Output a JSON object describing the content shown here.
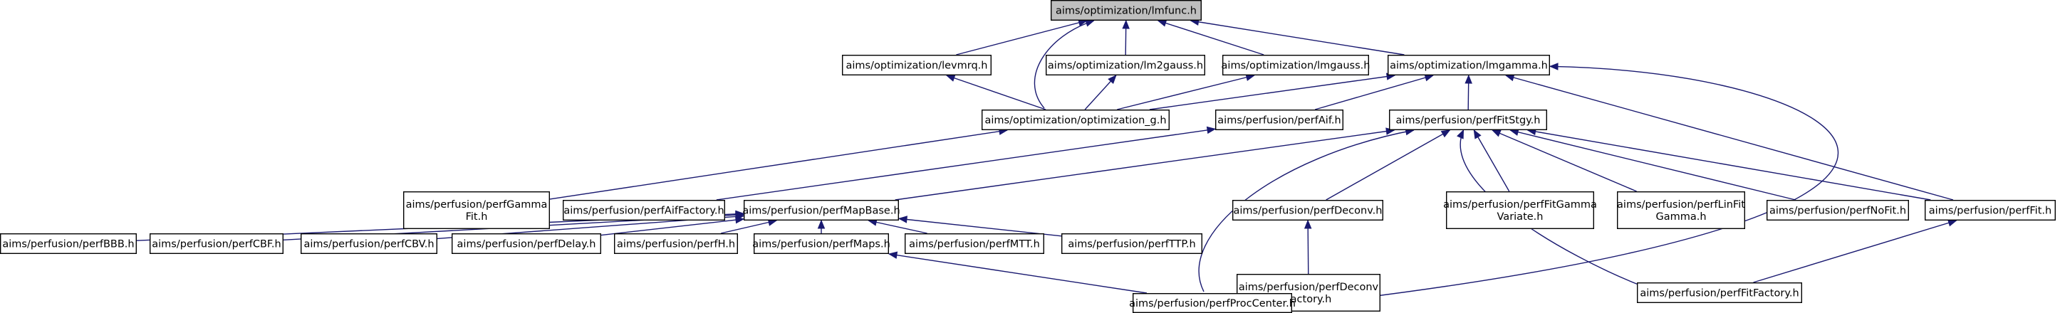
{
  "graph": {
    "nodes": [
      {
        "id": "lmfunc",
        "lines": [
          "aims/optimization/lmfunc.h"
        ],
        "root": true
      },
      {
        "id": "levmrq",
        "lines": [
          "aims/optimization/levmrq.h"
        ]
      },
      {
        "id": "lm2gauss",
        "lines": [
          "aims/optimization/lm2gauss.h"
        ]
      },
      {
        "id": "lmgauss",
        "lines": [
          "aims/optimization/lmgauss.h"
        ]
      },
      {
        "id": "lmgamma",
        "lines": [
          "aims/optimization/lmgamma.h"
        ]
      },
      {
        "id": "optg",
        "lines": [
          "aims/optimization/optimization_g.h"
        ]
      },
      {
        "id": "perfaif",
        "lines": [
          "aims/perfusion/perfAif.h"
        ]
      },
      {
        "id": "perffitstgy",
        "lines": [
          "aims/perfusion/perfFitStgy.h"
        ]
      },
      {
        "id": "perfgammafit",
        "lines": [
          "aims/perfusion/perfGamma",
          "Fit.h"
        ]
      },
      {
        "id": "perfaiffactory",
        "lines": [
          "aims/perfusion/perfAifFactory.h"
        ]
      },
      {
        "id": "perfmapbase",
        "lines": [
          "aims/perfusion/perfMapBase.h"
        ]
      },
      {
        "id": "perfdeconv",
        "lines": [
          "aims/perfusion/perfDeconv.h"
        ]
      },
      {
        "id": "perffitgammavariate",
        "lines": [
          "aims/perfusion/perfFitGamma",
          "Variate.h"
        ]
      },
      {
        "id": "perflinfitgamma",
        "lines": [
          "aims/perfusion/perfLinFit",
          "Gamma.h"
        ]
      },
      {
        "id": "perfnofit",
        "lines": [
          "aims/perfusion/perfNoFit.h"
        ]
      },
      {
        "id": "perffit",
        "lines": [
          "aims/perfusion/perfFit.h"
        ]
      },
      {
        "id": "perfbbb",
        "lines": [
          "aims/perfusion/perfBBB.h"
        ]
      },
      {
        "id": "perfcbf",
        "lines": [
          "aims/perfusion/perfCBF.h"
        ]
      },
      {
        "id": "perfcbv",
        "lines": [
          "aims/perfusion/perfCBV.h"
        ]
      },
      {
        "id": "perfdelay",
        "lines": [
          "aims/perfusion/perfDelay.h"
        ]
      },
      {
        "id": "perfh",
        "lines": [
          "aims/perfusion/perfH.h"
        ]
      },
      {
        "id": "perfmaps",
        "lines": [
          "aims/perfusion/perfMaps.h"
        ]
      },
      {
        "id": "perfmtt",
        "lines": [
          "aims/perfusion/perfMTT.h"
        ]
      },
      {
        "id": "perfttp",
        "lines": [
          "aims/perfusion/perfTTP.h"
        ]
      },
      {
        "id": "perfdeconvfactory",
        "lines": [
          "aims/perfusion/perfDeconv",
          "Factory.h"
        ]
      },
      {
        "id": "perffitfactory",
        "lines": [
          "aims/perfusion/perfFitFactory.h"
        ]
      },
      {
        "id": "perfproccenter",
        "lines": [
          "aims/perfusion/perfProcCenter.h"
        ]
      }
    ],
    "edges": [
      {
        "from": "lmfunc",
        "to": "levmrq"
      },
      {
        "from": "lmfunc",
        "to": "optg"
      },
      {
        "from": "lmfunc",
        "to": "lm2gauss"
      },
      {
        "from": "lmfunc",
        "to": "lmgauss"
      },
      {
        "from": "lmfunc",
        "to": "lmgamma"
      },
      {
        "from": "levmrq",
        "to": "optg"
      },
      {
        "from": "lm2gauss",
        "to": "optg"
      },
      {
        "from": "lmgauss",
        "to": "optg"
      },
      {
        "from": "lmgamma",
        "to": "optg"
      },
      {
        "from": "lmgamma",
        "to": "perfaif"
      },
      {
        "from": "lmgamma",
        "to": "perffitstgy"
      },
      {
        "from": "lmgamma",
        "to": "perffit"
      },
      {
        "from": "lmgamma",
        "to": "perfproccenter"
      },
      {
        "from": "optg",
        "to": "perfgammafit"
      },
      {
        "from": "perfaif",
        "to": "perfaiffactory"
      },
      {
        "from": "perffitstgy",
        "to": "perfmapbase"
      },
      {
        "from": "perffitstgy",
        "to": "perfdeconv"
      },
      {
        "from": "perffitstgy",
        "to": "perffitgammavariate"
      },
      {
        "from": "perffitstgy",
        "to": "perflinfitgamma"
      },
      {
        "from": "perffitstgy",
        "to": "perfnofit"
      },
      {
        "from": "perffitstgy",
        "to": "perffit"
      },
      {
        "from": "perffitstgy",
        "to": "perffitfactory"
      },
      {
        "from": "perffitstgy",
        "to": "perfproccenter"
      },
      {
        "from": "perfmapbase",
        "to": "perfbbb"
      },
      {
        "from": "perfmapbase",
        "to": "perfcbf"
      },
      {
        "from": "perfmapbase",
        "to": "perfcbv"
      },
      {
        "from": "perfmapbase",
        "to": "perfdelay"
      },
      {
        "from": "perfmapbase",
        "to": "perfh"
      },
      {
        "from": "perfmapbase",
        "to": "perfmaps"
      },
      {
        "from": "perfmapbase",
        "to": "perfmtt"
      },
      {
        "from": "perfmapbase",
        "to": "perfttp"
      },
      {
        "from": "perfdeconv",
        "to": "perfdeconvfactory"
      },
      {
        "from": "perffit",
        "to": "perffitfactory"
      },
      {
        "from": "perfmaps",
        "to": "perfproccenter"
      }
    ]
  },
  "colors": {
    "edge": "#191970",
    "root_fill": "#bfbfbf",
    "node_fill": "#ffffff",
    "node_stroke": "#000000"
  }
}
